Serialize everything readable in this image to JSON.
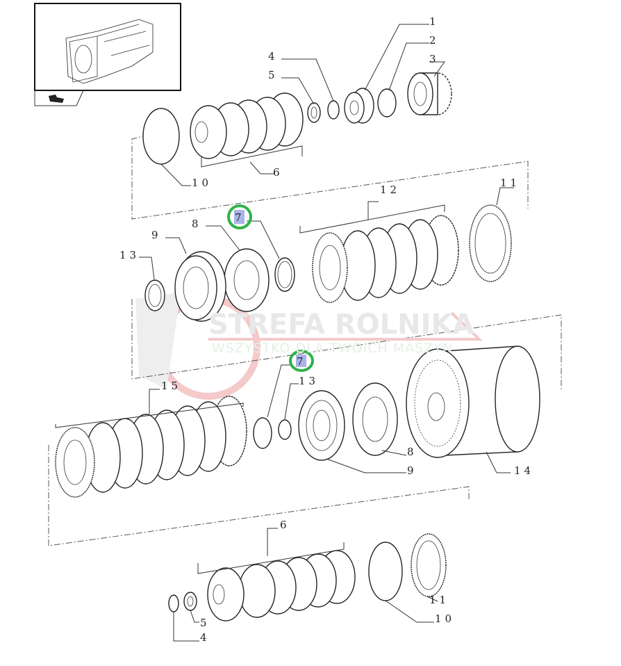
{
  "watermark": {
    "brand": "STREFA ROLNIKA",
    "slogan": "WSZYSTKO DLA TWOICH MASZYN"
  },
  "inset": {
    "name": "transmission-housing-thumbnail"
  },
  "callouts": {
    "c1": "1",
    "c2": "2",
    "c3": "3",
    "c4_top": "4",
    "c5_top": "5",
    "c6_top": "6",
    "c10_top": "10",
    "c12": "12",
    "c11_top": "11",
    "c7_upper": "7",
    "c8_upper": "8",
    "c9_upper": "9",
    "c13_upper": "13",
    "c15": "15",
    "c7_lower": "7",
    "c13_lower": "13",
    "c8_lower": "8",
    "c9_lower": "9",
    "c14": "14",
    "c6_bottom": "6",
    "c11_bottom": "11",
    "c10_bottom": "10",
    "c5_bottom": "5",
    "c4_bottom": "4"
  },
  "colors": {
    "highlight_ring": "#2db34a",
    "highlight_fill": "#aab4e6",
    "watermark_red": "#f3c9c9"
  }
}
